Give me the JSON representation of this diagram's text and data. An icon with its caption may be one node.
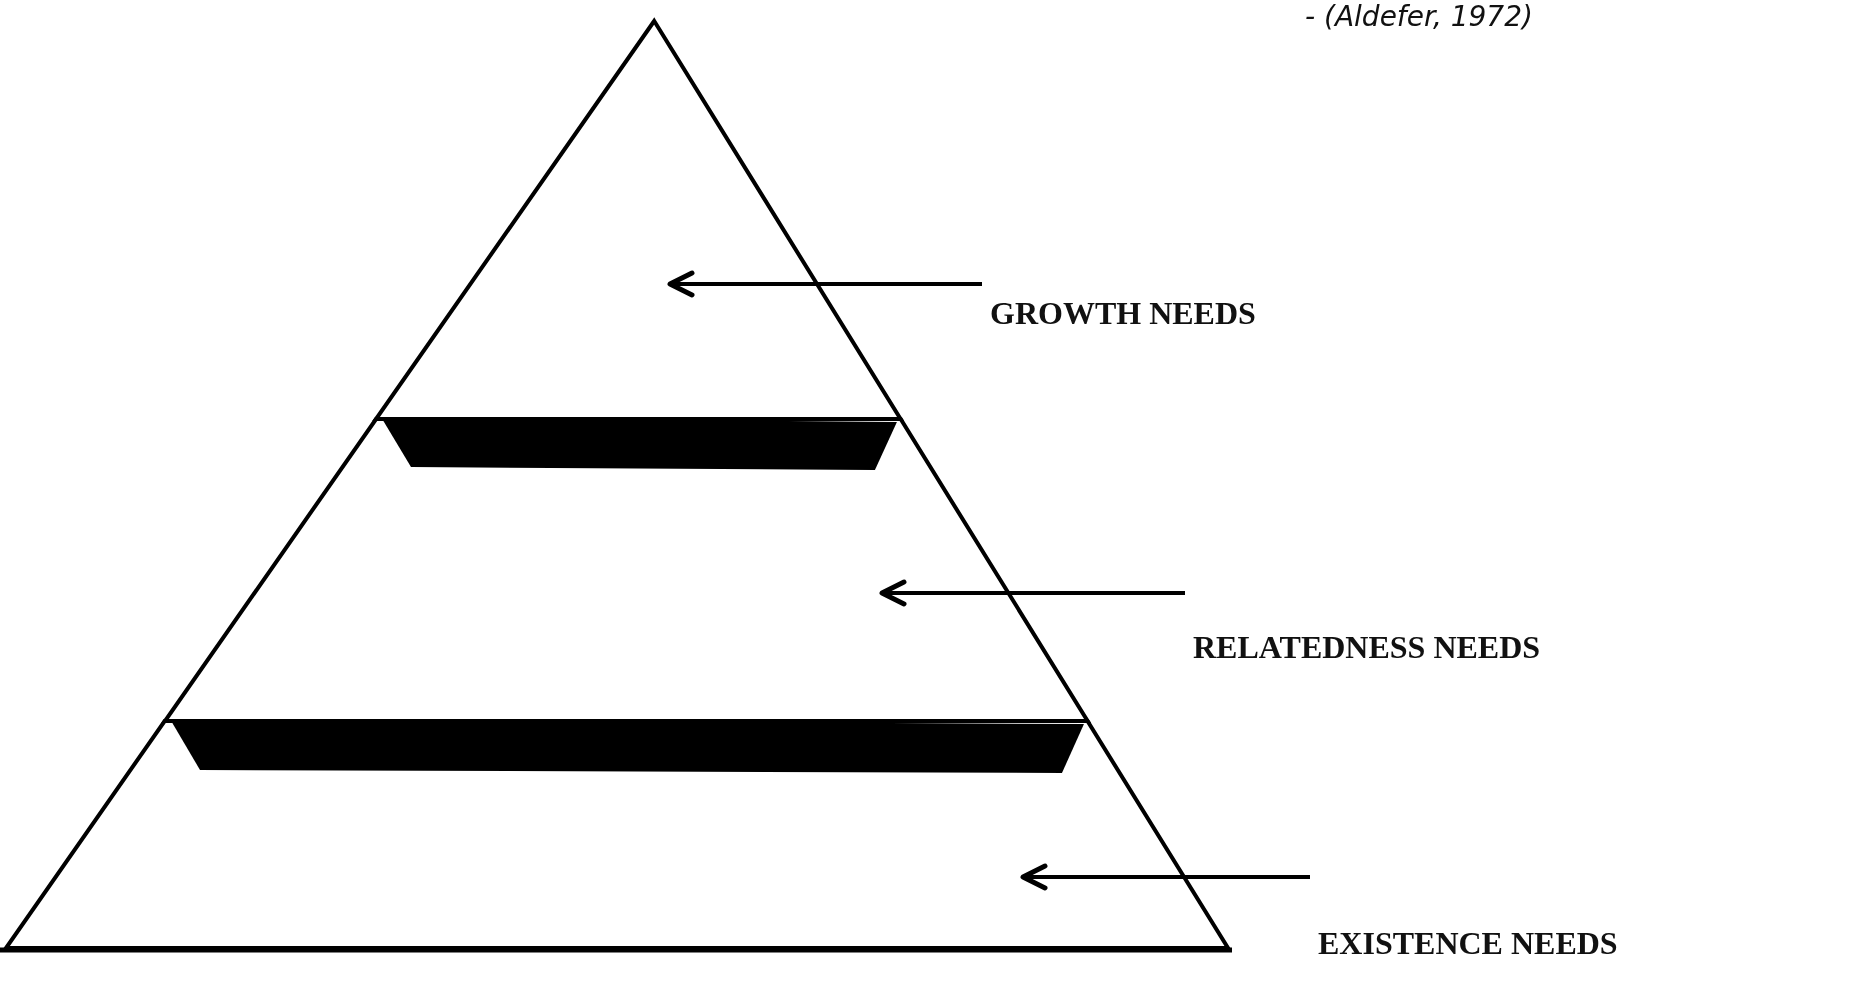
{
  "diagram": {
    "nodes": [
      {
        "text": [],
        "shape": "triangle"
      },
      {
        "text": [],
        "shape": "trapezoid"
      },
      {
        "text": [],
        "shape": "trapezoid"
      },
      {
        "text": [
          "GROWTH NEEDS"
        ]
      },
      {
        "text": [
          "RELATEDNESS NEEDS"
        ]
      },
      {
        "text": [
          "EXISTENCE NEEDS"
        ]
      },
      {
        "text": [],
        "shape": "bar",
        "in": 1
      },
      {
        "text": [],
        "shape": "bar",
        "in": 2
      }
    ],
    "edges": [
      {
        "from": 3,
        "to": 0,
        "arrow": "to"
      },
      {
        "from": 4,
        "to": 1,
        "arrow": "to"
      },
      {
        "from": 5,
        "to": 2,
        "arrow": "to"
      }
    ],
    "labels": [
      "- (Aldefer, 1972)"
    ]
  }
}
